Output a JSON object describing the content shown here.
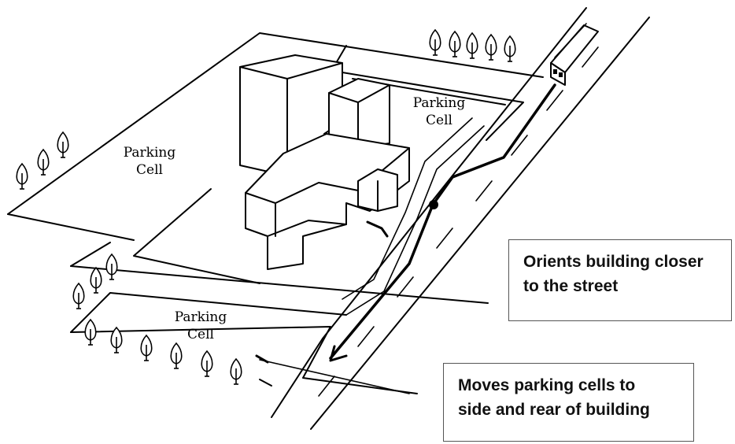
{
  "labels": {
    "parking_left": [
      "Parking",
      "Cell"
    ],
    "parking_top": [
      "Parking",
      "Cell"
    ],
    "parking_bottom": [
      "Parking",
      "Cell"
    ]
  },
  "callouts": {
    "orients": [
      "Orients building closer",
      "to the street"
    ],
    "moves": [
      "Moves parking cells to",
      "side and rear of building"
    ]
  },
  "colors": {
    "ink": "#000000",
    "box_border": "#555555",
    "callout_text": "#111111"
  },
  "icons": [
    "tree-icon",
    "bus-icon",
    "arrow-icon",
    "stop-dot-icon"
  ]
}
